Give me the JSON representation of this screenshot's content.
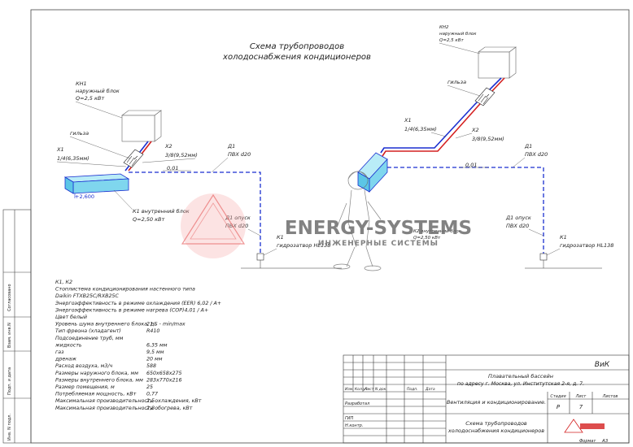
{
  "title_line1": "Схема трубопроводов",
  "title_line2": "холодоснабжения кондиционеров",
  "left": {
    "outdoor_unit": {
      "name": "КН1",
      "desc": "наружный блок",
      "q": "Q=2,5 кВт"
    },
    "sleeve": "гильза",
    "x1_label": "Х1",
    "x1_size": "1/4(6,35мм)",
    "x2_label": "Х2",
    "x2_size": "3/8(9,52мм)",
    "d1_label": "Д1",
    "d1_pipe": "ПВХ d20",
    "slope": "0,01",
    "elevation": "+2,600",
    "indoor_unit": {
      "name": "К1 внутренний блок",
      "q": "Q=2,50 кВт"
    },
    "drop_label": "Д1 опуск",
    "drop_pipe": "ПВХ d20",
    "trap_label": "К1",
    "trap_desc": "гидрозатвор HL138"
  },
  "right": {
    "outdoor_unit": {
      "name": "КН2",
      "desc": "наружный блок",
      "q": "Q=2,5 кВт"
    },
    "sleeve": "гильза",
    "x1_label": "Х1",
    "x1_size": "1/4(6,35мм)",
    "x2_label": "Х2",
    "x2_size": "3/8(9,52мм)",
    "d1_label": "Д1",
    "d1_pipe": "ПВХ d20",
    "slope": "0,01",
    "indoor_unit": {
      "name": "К2 внутренний блок",
      "q": "Q=2,50 кВт"
    },
    "drop_label": "Д1 опуск",
    "drop_pipe": "ПВХ d20",
    "trap_label": "К1",
    "trap_desc": "гидрозатвор HL138"
  },
  "specs": [
    {
      "text": "К1, К2",
      "value": ""
    },
    {
      "text": "Стоплистема кондиционирования настенного типа",
      "value": ""
    },
    {
      "text": "Daikin FTXB25C/RXB25C",
      "value": ""
    },
    {
      "text": "Энергоэффективность в режиме охлаждения (EER) 6,02 / A+",
      "value": ""
    },
    {
      "text": "Энергоэффективность в режиме нагрева (COP)4,01 / A+",
      "value": ""
    },
    {
      "text": "Цвет белый",
      "value": ""
    },
    {
      "text": "Уровень шума внутреннего блока, дБ - min/max",
      "value": "21"
    },
    {
      "text": "Тип фреона (хладагент)",
      "value": "R410"
    },
    {
      "text": "Подсоединение труб, мм",
      "value": ""
    },
    {
      "text": "     жидкость",
      "value": "6,35 мм"
    },
    {
      "text": "     газ",
      "value": "9,5 мм"
    },
    {
      "text": "     дренаж",
      "value": "20 мм"
    },
    {
      "text": "Расход воздуха, м3/ч",
      "value": "588"
    },
    {
      "text": "Размеры наружного блока, мм",
      "value": "650х658х275"
    },
    {
      "text": "Размеры внутреннего блока, мм",
      "value": "283х770х216"
    },
    {
      "text": "Размер помещения, м",
      "value": "25"
    },
    {
      "text": "Потребляемая мощность, кВт",
      "value": "0,77"
    },
    {
      "text": "Максимальная производительность охлаждения, кВт",
      "value": "2,5"
    },
    {
      "text": "Максимальная производительность обогрева, кВт",
      "value": "2,8"
    }
  ],
  "side_stamp": [
    "Согласовано",
    "Взам. инв.N",
    "Подп. и дата",
    "Инв. N подл."
  ],
  "watermark": {
    "brand": "ENERGY-SYSTEMS",
    "sub": "ИНЖЕНЕРНЫЕ СИСТЕМЫ"
  },
  "title_block": {
    "code": "ВиК",
    "project_line1": "Плавательный бассейн",
    "project_line2": "по адресу г. Москва, ул. Институтская 2-я, д. 7.",
    "section": "Вентиляция и кондиционирование.",
    "col_headers": [
      "Изм.",
      "Кол.уч",
      "Лист",
      "N док.",
      "Подп.",
      "Дата"
    ],
    "roles": [
      "Разработал",
      "ГИП",
      "Н.контр."
    ],
    "stage_headers": [
      "Стадия",
      "Лист",
      "Листов"
    ],
    "stage": "Р",
    "sheet": "7",
    "sheets": "",
    "drawing_line1": "Схема трубопроводов",
    "drawing_line2": "холодоснабжения кондиционеров",
    "format_label": "Формат",
    "format": "А3"
  },
  "colors": {
    "liquid_pipe": "#1a2fd0",
    "gas_pipe": "#d42020",
    "drain": "#1a2fd0",
    "unit_fill": "#7fd6ee"
  }
}
